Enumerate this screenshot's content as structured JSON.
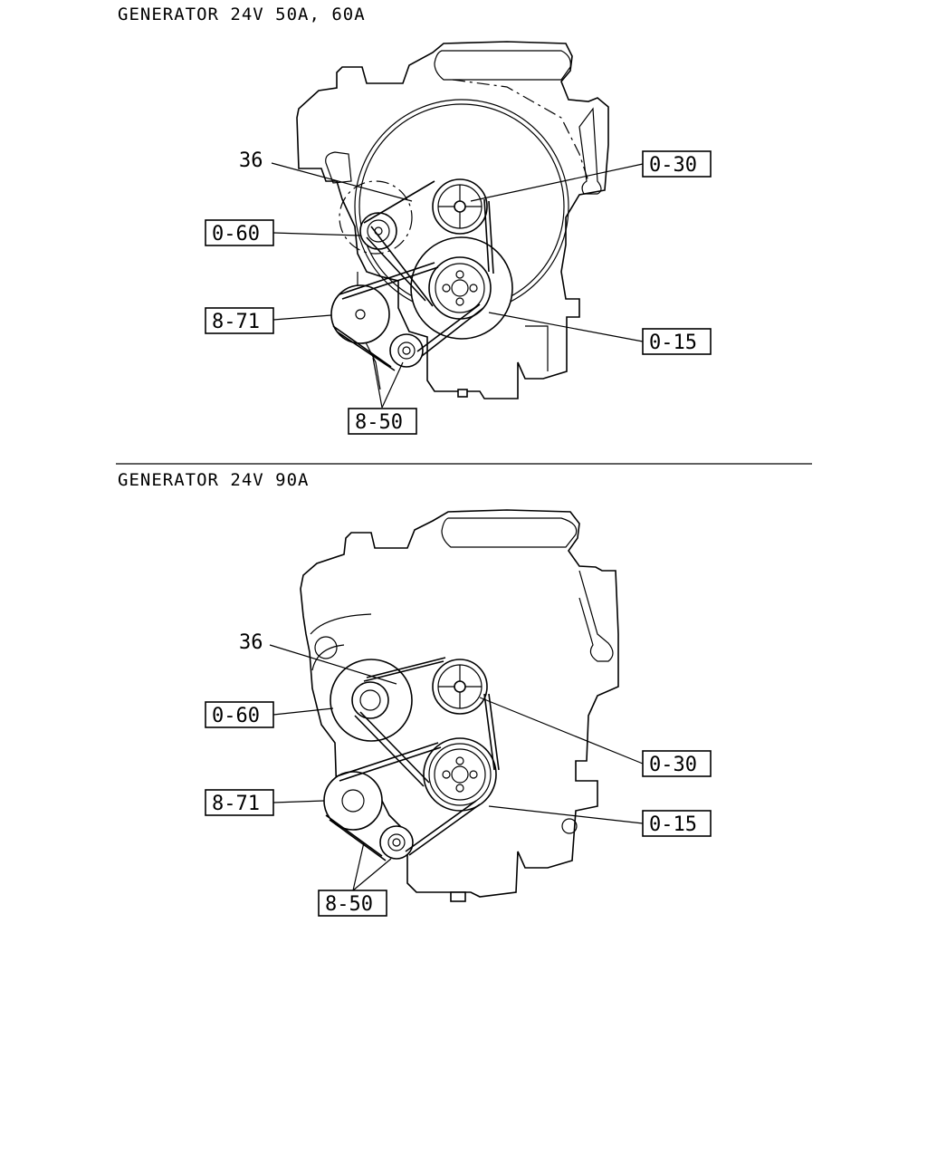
{
  "sections": [
    {
      "title": "GENERATOR 24V 50A, 60A",
      "labels": {
        "l36": "36",
        "l060": "0-60",
        "l871": "8-71",
        "l030": "0-30",
        "l015": "0-15",
        "l850": "8-50"
      }
    },
    {
      "title": "GENERATOR 24V 90A",
      "labels": {
        "l36": "36",
        "l060": "0-60",
        "l871": "8-71",
        "l030": "0-30",
        "l015": "0-15",
        "l850": "8-50"
      }
    }
  ]
}
